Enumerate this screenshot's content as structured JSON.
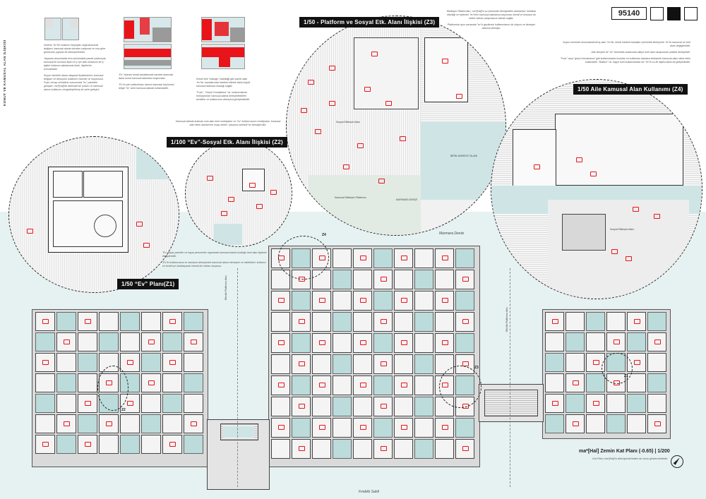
{
  "header": {
    "project_code": "95140",
    "vertical_title": "KONUT VE KAMUSAL ALAN İLİŞKİSİ"
  },
  "notes": {
    "top_left_1": "Sizlerin \"ev\"ler kullanıcı ihtiyaçları doğrultusunda değişen; kamusal alanla beraber çalışmak ve ona göre görünmek yapıları ile dönüşmektedir.",
    "top_left_2": "Yaşanan durumlarda evin içerisindeki paneli yardımıyla kamusal ile konutun ilişki ve iç içe alan kullanımı ile iç ilgileri kullanım alanlarında farklı, ilişkilerini kurmaktadır.",
    "top_left_3": "Suyun hareketi alana ulaşarak fiyatlandırılır; kamusal değişim ve dönüşüm kullanımı hazırlar ve oluşturulur. Fuarı cevap verebilme sonucunda \"ev\" panelleri genişler; ma*[Hal]'de alternatif bir çözüm ve kamusal alanın kullanımı zenginleştirilmiş bir şehir gelişimi.",
    "thumb_mid": "\"Ev\" birimini kendi kanallarında hareket alanında daha sonra kamusal alanlarla oluşturulan.",
    "thumb_mid_2": "\"Ev\"in iyle kullanılması alanını kamusal büyümesi bölge \"ev\" artık kamusal alanda kullanılabilir.",
    "thumb_right": "Kendi özel \"kabuğu\" olabildiği gibi sahne alan \"ev\"ler, kanallarında hareket ederek daha büyük kamusal alanlara olanağı sağlar.",
    "thumb_right_2": "\"Fuar\", \"Geçici Konaklama\" vb. kullanımlarda fonksiyonları kamusal alanla birleştirilebilirler, kentlinin ve kullanıcının deneyimi genişletilebilir.",
    "z3_top": "Etkileşim Platformları, ma*[Hal]'in su içerisinde dönüşebilen alanlarıdır; kentlinin etkinliği ve eylemini \"ev\"lerin kamusal alanlarına taşınması kendi ve konutun bir bütün olarak çalışmasına olanak sağlar.",
    "z3_top_2": "Platformlar aynı zamanda \"ev\"e geçilmesi kullanımlarını bir ulaşım ve deneyim alanına dönüşür.",
    "right_1": "Suyun üzerinde konumlandırılmış alan \"ev\"ler, kendi hareket kanalları içerisinde ilerleyerek \"ev\"in kamusal ve özel alanı değiştirebilir.",
    "right_2": "Aile bireyleri ile \"ev\" biriminde aralarında alleye özel alan oluşturacak şekilde ilerleyebilir.",
    "right_3": "\"Fuar\" veya \"geçici konaklama\" gibi kullanımlarda konutlar ve kullanılan alanlara birleşerek kamusal alanı daha etkin kullanabilir. \"Balkon\" vb. kişiye özel kullanımlarda ise \"ev\"in su ile ilişkisi daha da geliştirilebilir.",
    "z2_top": "Kamusal alanda bulunan orta alan kent mobilyaları ve \"ev\" kullanıcısının mobilyaları, kamusal alan farklı alanlarının oluşu kentin \"yaşama sahnesi\"ne dönüştürülür.",
    "z1_side": "\"Ev\" kayar paneller ve kayar pencereler sayesinde kamusal alanla kurduğu özel alan ilişkisini değiştirebilir.",
    "z1_side_2": "\"Ev\"in kullanıcısına ve zamanın deneyimine kamusal alanın deneyimi ve etkinlikleri, kullanıcı ve kentli için farklılaşarak önemli bir mekan oluşturur."
  },
  "zones": {
    "z1": "1/50 “Ev” Planı(Z1)",
    "z2": "1/100 “Ev”-Sosyal Etk. Alanı İlişkisi (Z2)",
    "z3": "1/50 - Platform ve Sosyal Etk. Alanı İlişkisi (Z3)",
    "z4": "1/50 Aile Kamusal Alan Kullanımı (Z4)"
  },
  "plan_labels": {
    "z3_social": "Sosyal Etkileşim Alanı",
    "z3_public": "Kamusal Etkileşim Platformu",
    "z3_bridge": "BİRİM HAREKET ALANI",
    "z3_marina": "MARMARA DENİZİ",
    "z4_social": "Sosyal Etkileşim Alanı",
    "marmara": "Marmara Denizi",
    "findikli": "Fındıklı Sahil",
    "path_left": "Etkinlik Platformu Aksı",
    "path_right": "Etkinlik Platformu Aksı",
    "marker_z1": "Z1",
    "marker_z2": "Z2",
    "marker_z3": "Z3",
    "marker_z4": "Z4"
  },
  "plan_title": {
    "title": "ma*[Hal] Zemin Kat Planı (-0.65) | 1/200",
    "subtitle": "Kat Planı ma*[Hal]'in dönüşümlerinden bir anını göstermektedir."
  },
  "colors": {
    "accent_red": "#e8141a",
    "sea": "#e6f2f1",
    "water": "#cfe5e5",
    "label_bg": "#111111"
  }
}
